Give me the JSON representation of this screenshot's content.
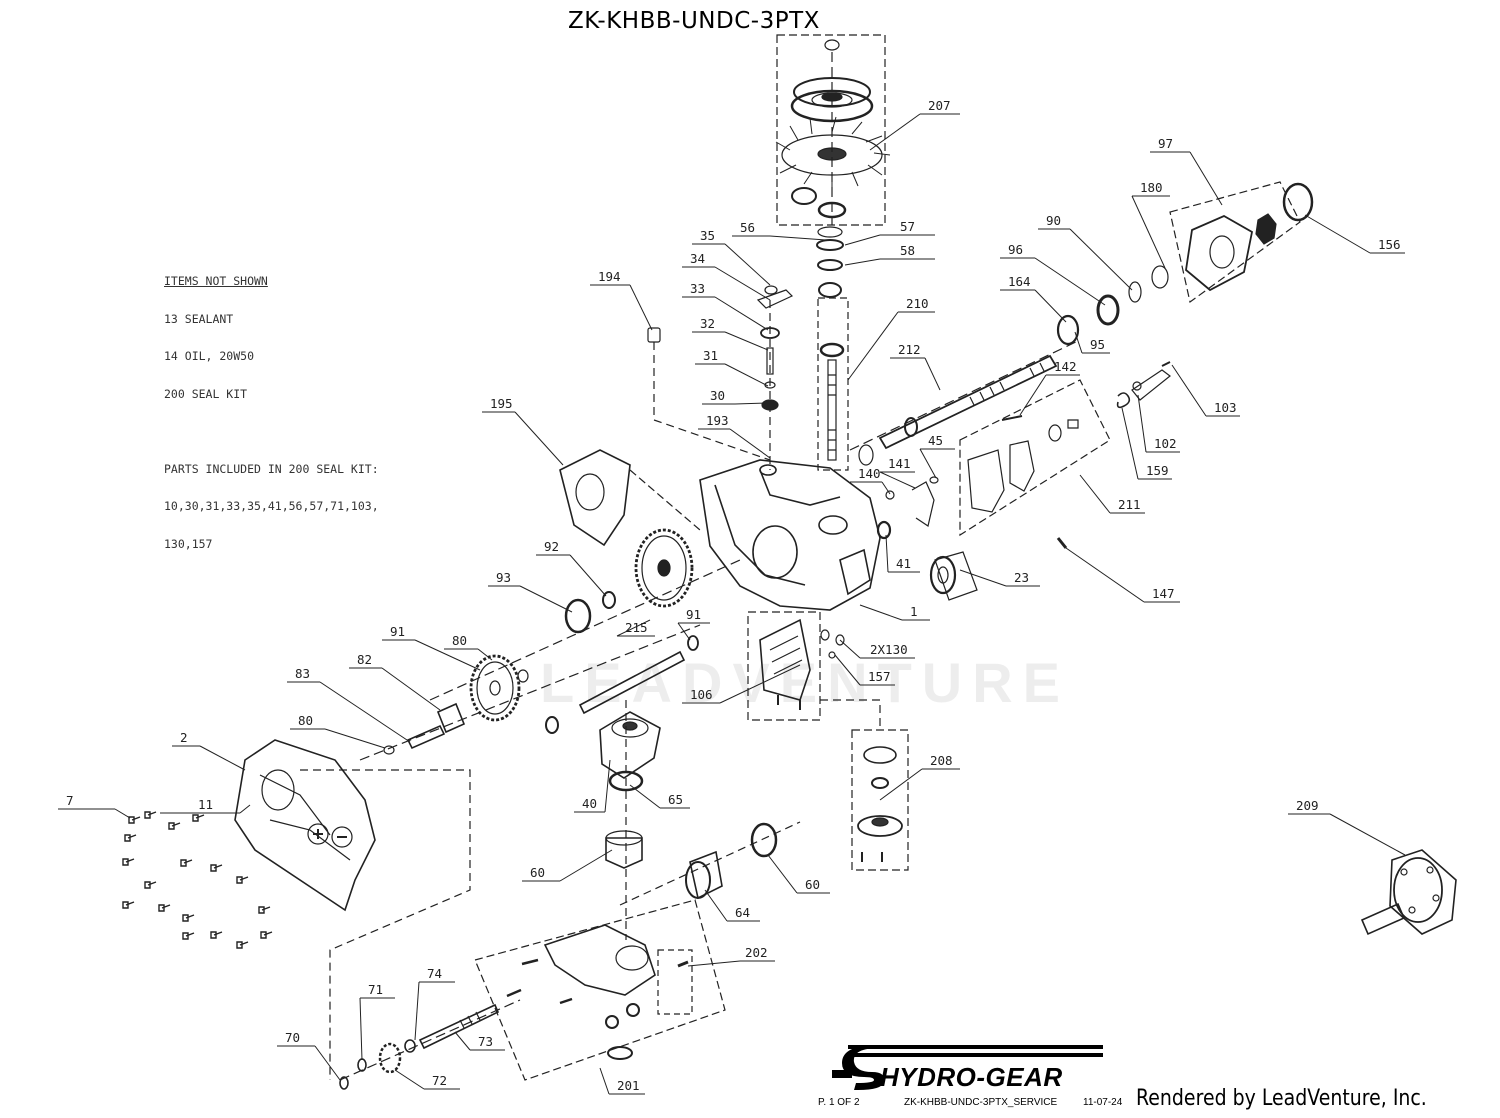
{
  "diagram": {
    "title": "ZK-KHBB-UNDC-3PTX",
    "notes": [
      "ITEMS NOT SHOWN",
      "13 SEALANT",
      "14 OIL, 20W50",
      "200 SEAL KIT",
      "",
      "PARTS INCLUDED IN 200 SEAL KIT:",
      "10,30,31,33,35,41,56,57,71,103,",
      "130,157"
    ],
    "callouts": [
      "207",
      "97",
      "180",
      "156",
      "90",
      "96",
      "35",
      "56",
      "57",
      "58",
      "164",
      "95",
      "34",
      "33",
      "194",
      "32",
      "31",
      "210",
      "212",
      "142",
      "30",
      "103",
      "195",
      "193",
      "102",
      "45",
      "141",
      "159",
      "140",
      "211",
      "92",
      "41",
      "23",
      "147",
      "93",
      "1",
      "91",
      "80",
      "215",
      "91",
      "2X130",
      "82",
      "83",
      "106",
      "157",
      "80",
      "208",
      "2",
      "11",
      "40",
      "65",
      "7",
      "209",
      "60",
      "60",
      "64",
      "202",
      "74",
      "71",
      "70",
      "73",
      "72",
      "201"
    ],
    "watermark": "LEADVENTURE",
    "brand": "HYDRO-GEAR",
    "footer": {
      "page": "P. 1 OF 2",
      "doc": "ZK-KHBB-UNDC-3PTX_SERVICE",
      "date": "11-07-24",
      "rendered": "Rendered by LeadVenture, Inc."
    }
  }
}
